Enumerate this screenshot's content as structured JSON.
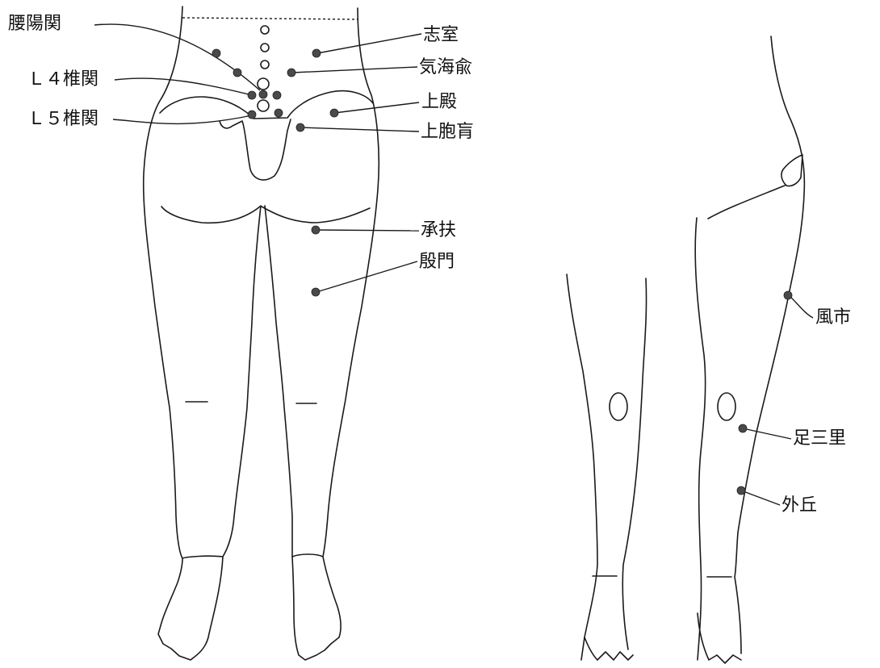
{
  "labels": {
    "yoyokan": "腰陽関",
    "l4": "Ｌ４椎関",
    "l5": "Ｌ５椎関",
    "shishitsu": "志室",
    "kikaiyu": "気海兪",
    "joden": "上殿",
    "johoko": "上胞肓",
    "shofu": "承扶",
    "inmon": "殷門",
    "fushi": "風市",
    "ashisanri": "足三里",
    "gaikyu": "外丘"
  },
  "colors": {
    "line": "#1a1a1a",
    "point": "#4a4a4a"
  }
}
